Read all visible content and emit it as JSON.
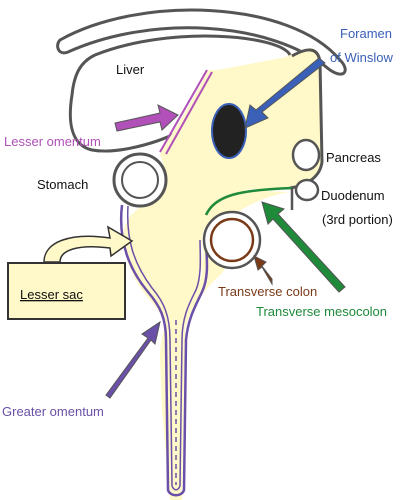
{
  "labels": {
    "liver": "Liver",
    "foramen_line1": "Foramen",
    "foramen_line2": "of Winslow",
    "lesser_omentum": "Lesser omentum",
    "stomach": "Stomach",
    "pancreas": "Pancreas",
    "duodenum": "Duodenum",
    "duodenum_portion": "(3rd portion)",
    "lesser_sac": "Lesser sac",
    "transverse_colon": "Transverse colon",
    "transverse_mesocolon": "Transverse mesocolon",
    "greater_omentum": "Greater omentum"
  },
  "colors": {
    "outline": "#555555",
    "sac_fill": "#FFF8C8",
    "lesser_omentum": "#B050B8",
    "foramen": "#3A60B8",
    "greater_omentum": "#6A50A8",
    "transverse_colon": "#7A3A18",
    "mesocolon": "#1E8A3A",
    "label_box_fill": "#FFF8C8"
  }
}
